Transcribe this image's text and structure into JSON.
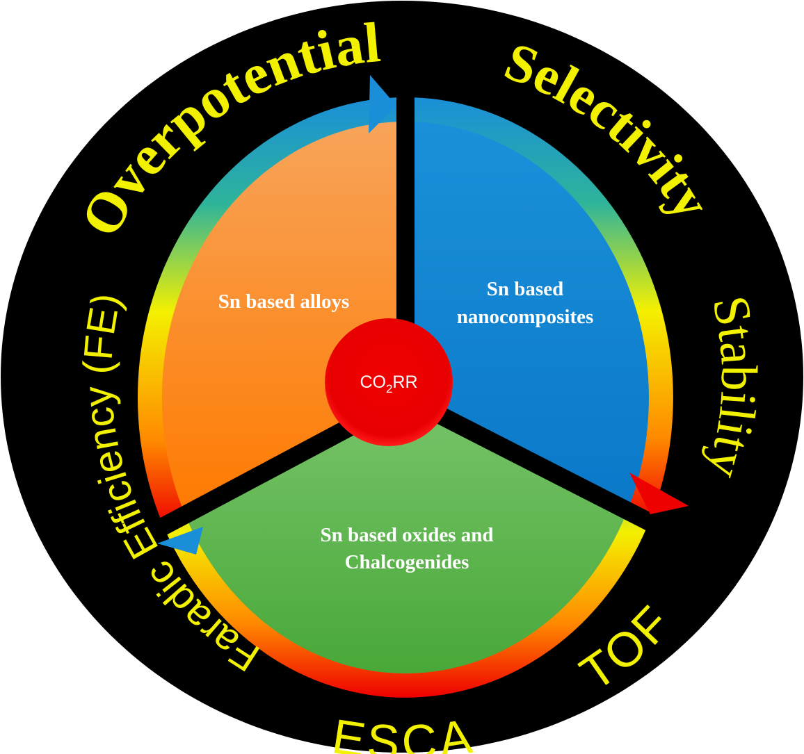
{
  "center": {
    "label_main": "CO",
    "label_sub": "2",
    "label_end": "RR"
  },
  "sectors": {
    "alloys": {
      "line1": "Sn based alloys"
    },
    "nanocomposites": {
      "line1": "Sn based",
      "line2": "nanocomposites"
    },
    "oxides": {
      "line1": "Sn based oxides and",
      "line2": "Chalcogenides"
    }
  },
  "metrics": {
    "overpotential": "Overpotential",
    "selectivity": "Selectivity",
    "stability": "Stability",
    "tof": "TOF",
    "esca": "ESCA",
    "faradic": "Faradic Efficiency (FE)"
  },
  "colors": {
    "background": "#000000",
    "text_yellow": "#f2f200",
    "orange": "#ff7f10",
    "blue": "#0a86d6",
    "green": "#5db84a",
    "center_red": "#ee0000"
  }
}
